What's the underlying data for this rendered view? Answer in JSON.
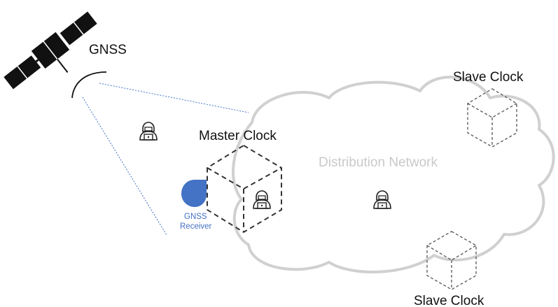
{
  "diagram": {
    "gnss_label": "GNSS",
    "master_clock_label": "Master Clock",
    "network_label": "Distribution Network",
    "slave_clock_top_label": "Slave Clock",
    "slave_clock_bottom_label": "Slave Clock",
    "receiver_label_line1": "GNSS",
    "receiver_label_line2": "Receiver"
  },
  "colors": {
    "cloud_outline": "#d0d0d0",
    "satellite": "#111111",
    "signal_lines": "#4472c4",
    "receiver": "#4472c4",
    "cube_dashes": "#333333",
    "network_text": "#c9c9c9"
  },
  "icons": {
    "satellite": "satellite-icon",
    "receiver": "gnss-receiver-icon",
    "attacker": "hacker-icon",
    "clock_node": "dashed-cube-icon"
  }
}
